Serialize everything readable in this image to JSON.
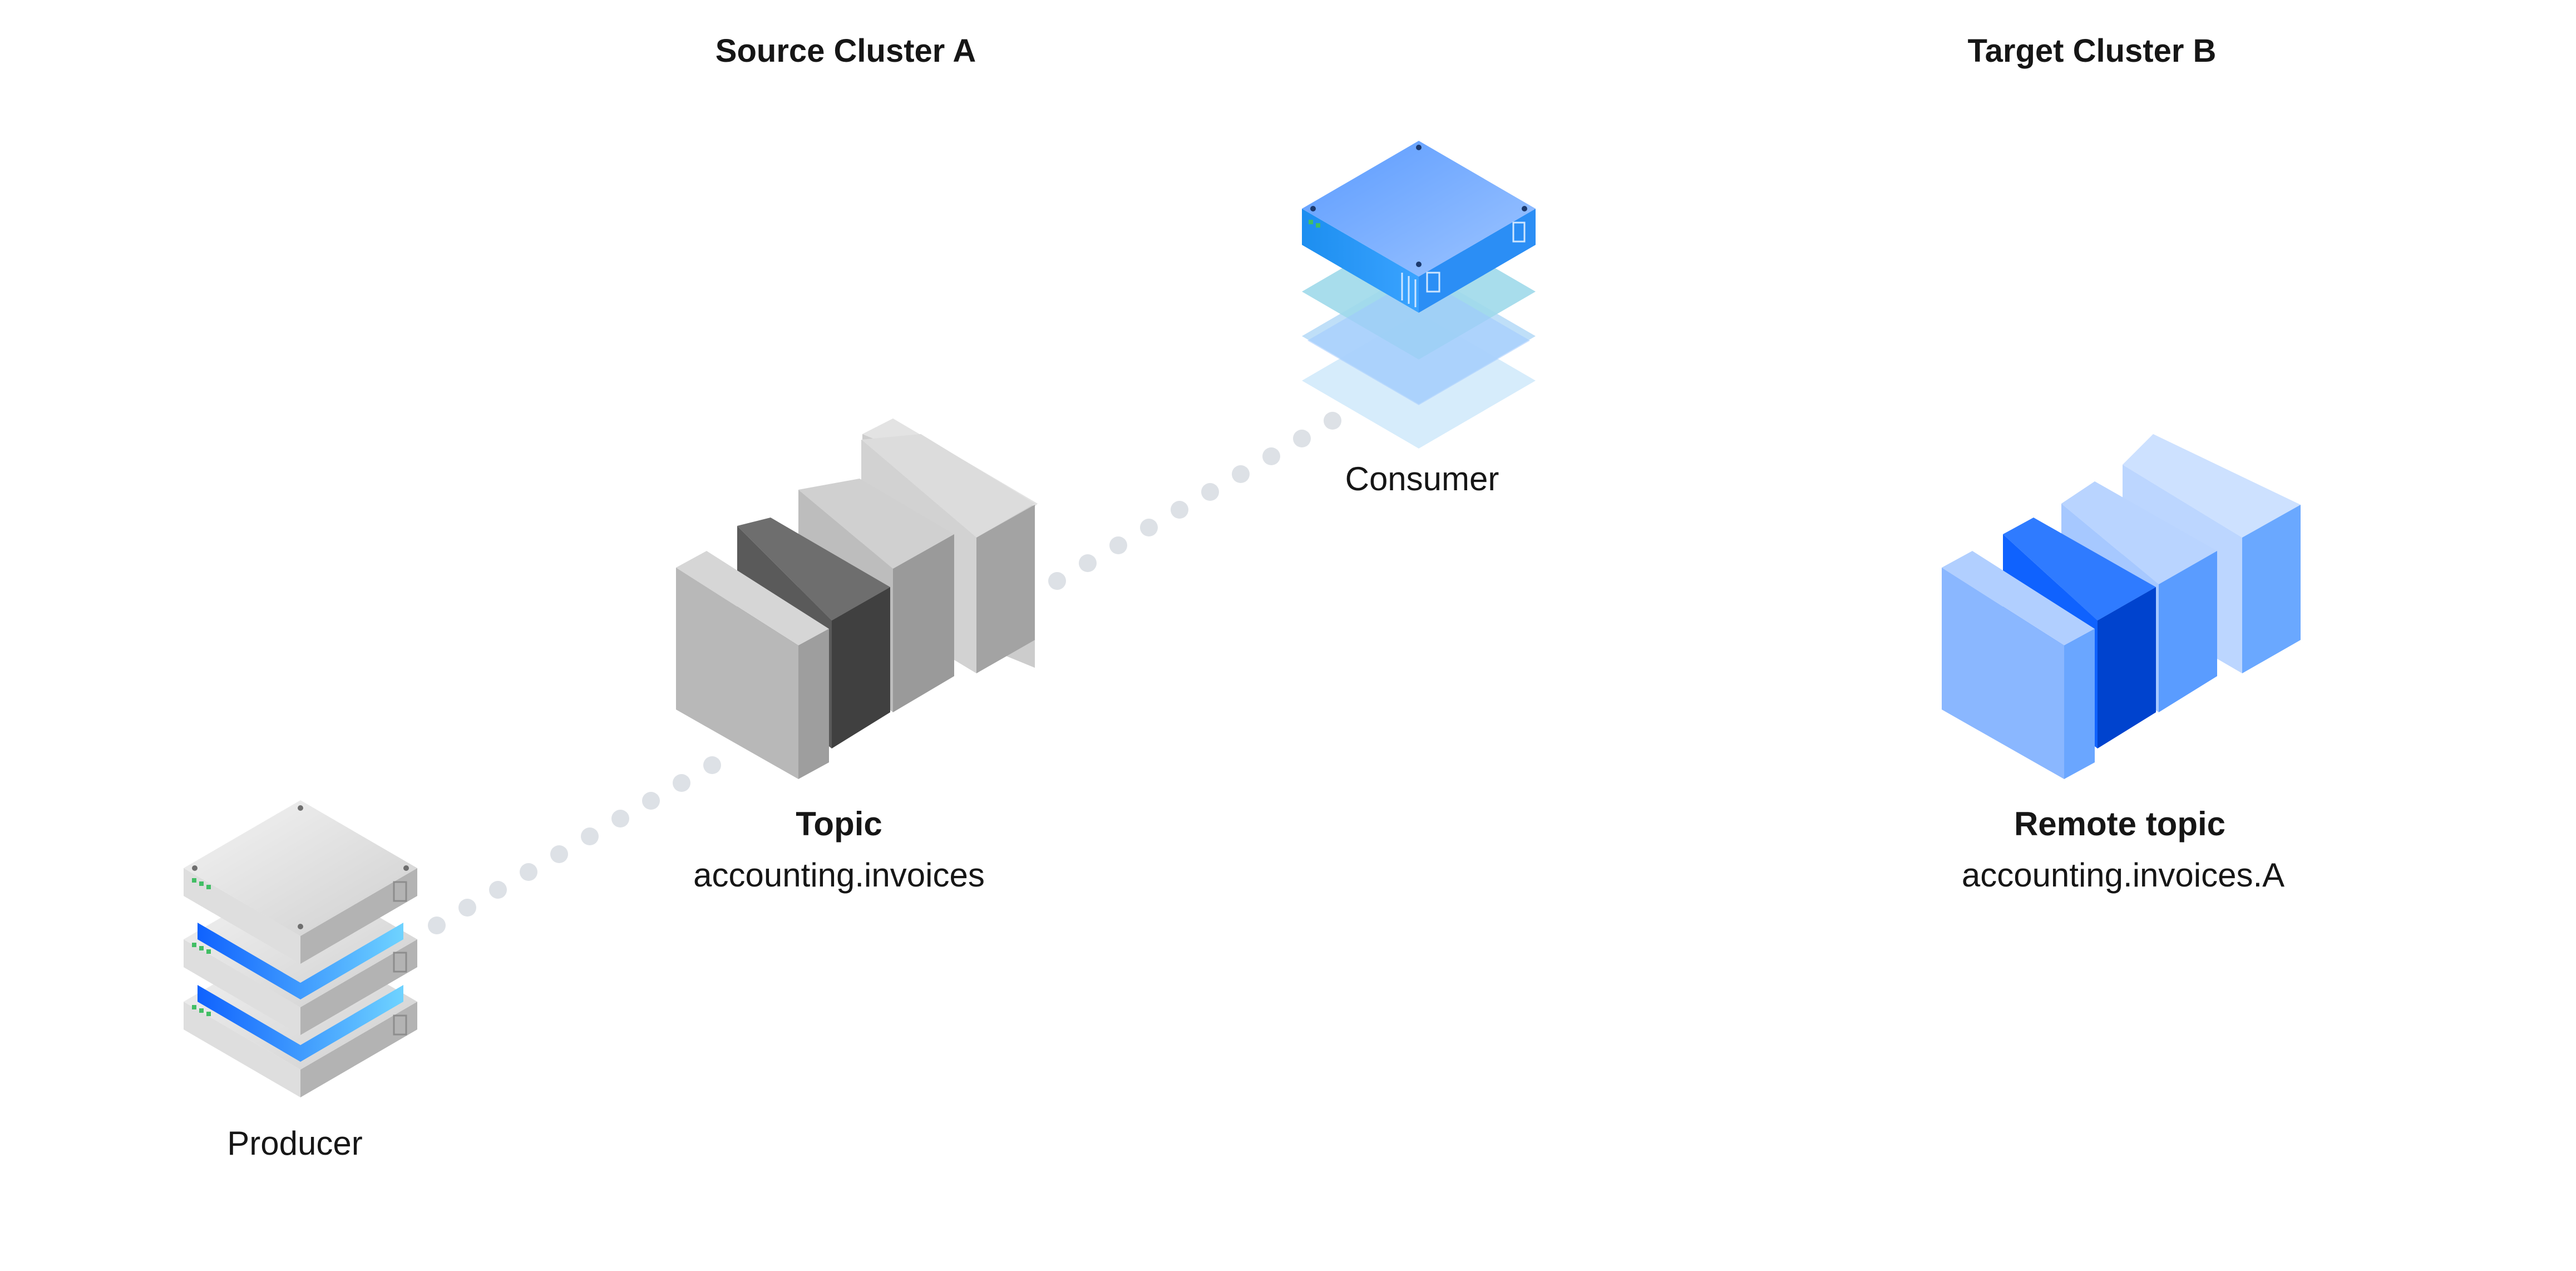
{
  "clusters": {
    "source": {
      "title": "Source Cluster A"
    },
    "target": {
      "title": "Target Cluster B"
    }
  },
  "nodes": {
    "producer": {
      "label": "Producer",
      "icon": "server-stack-icon"
    },
    "topic": {
      "title": "Topic",
      "name": "accounting.invoices",
      "icon": "topic-partitions-icon"
    },
    "consumer": {
      "label": "Consumer",
      "icon": "consumer-layers-icon"
    },
    "remote_topic": {
      "title": "Remote topic",
      "name": "accounting.invoices.A",
      "icon": "remote-topic-partitions-icon"
    }
  },
  "colors": {
    "grey_face": "#b9b9b9",
    "dark_partition": "#5a5a5a",
    "blue_primary": "#0f62fe",
    "blue_light": "#8ab7ff",
    "connector_dots": "#dde1e6"
  }
}
